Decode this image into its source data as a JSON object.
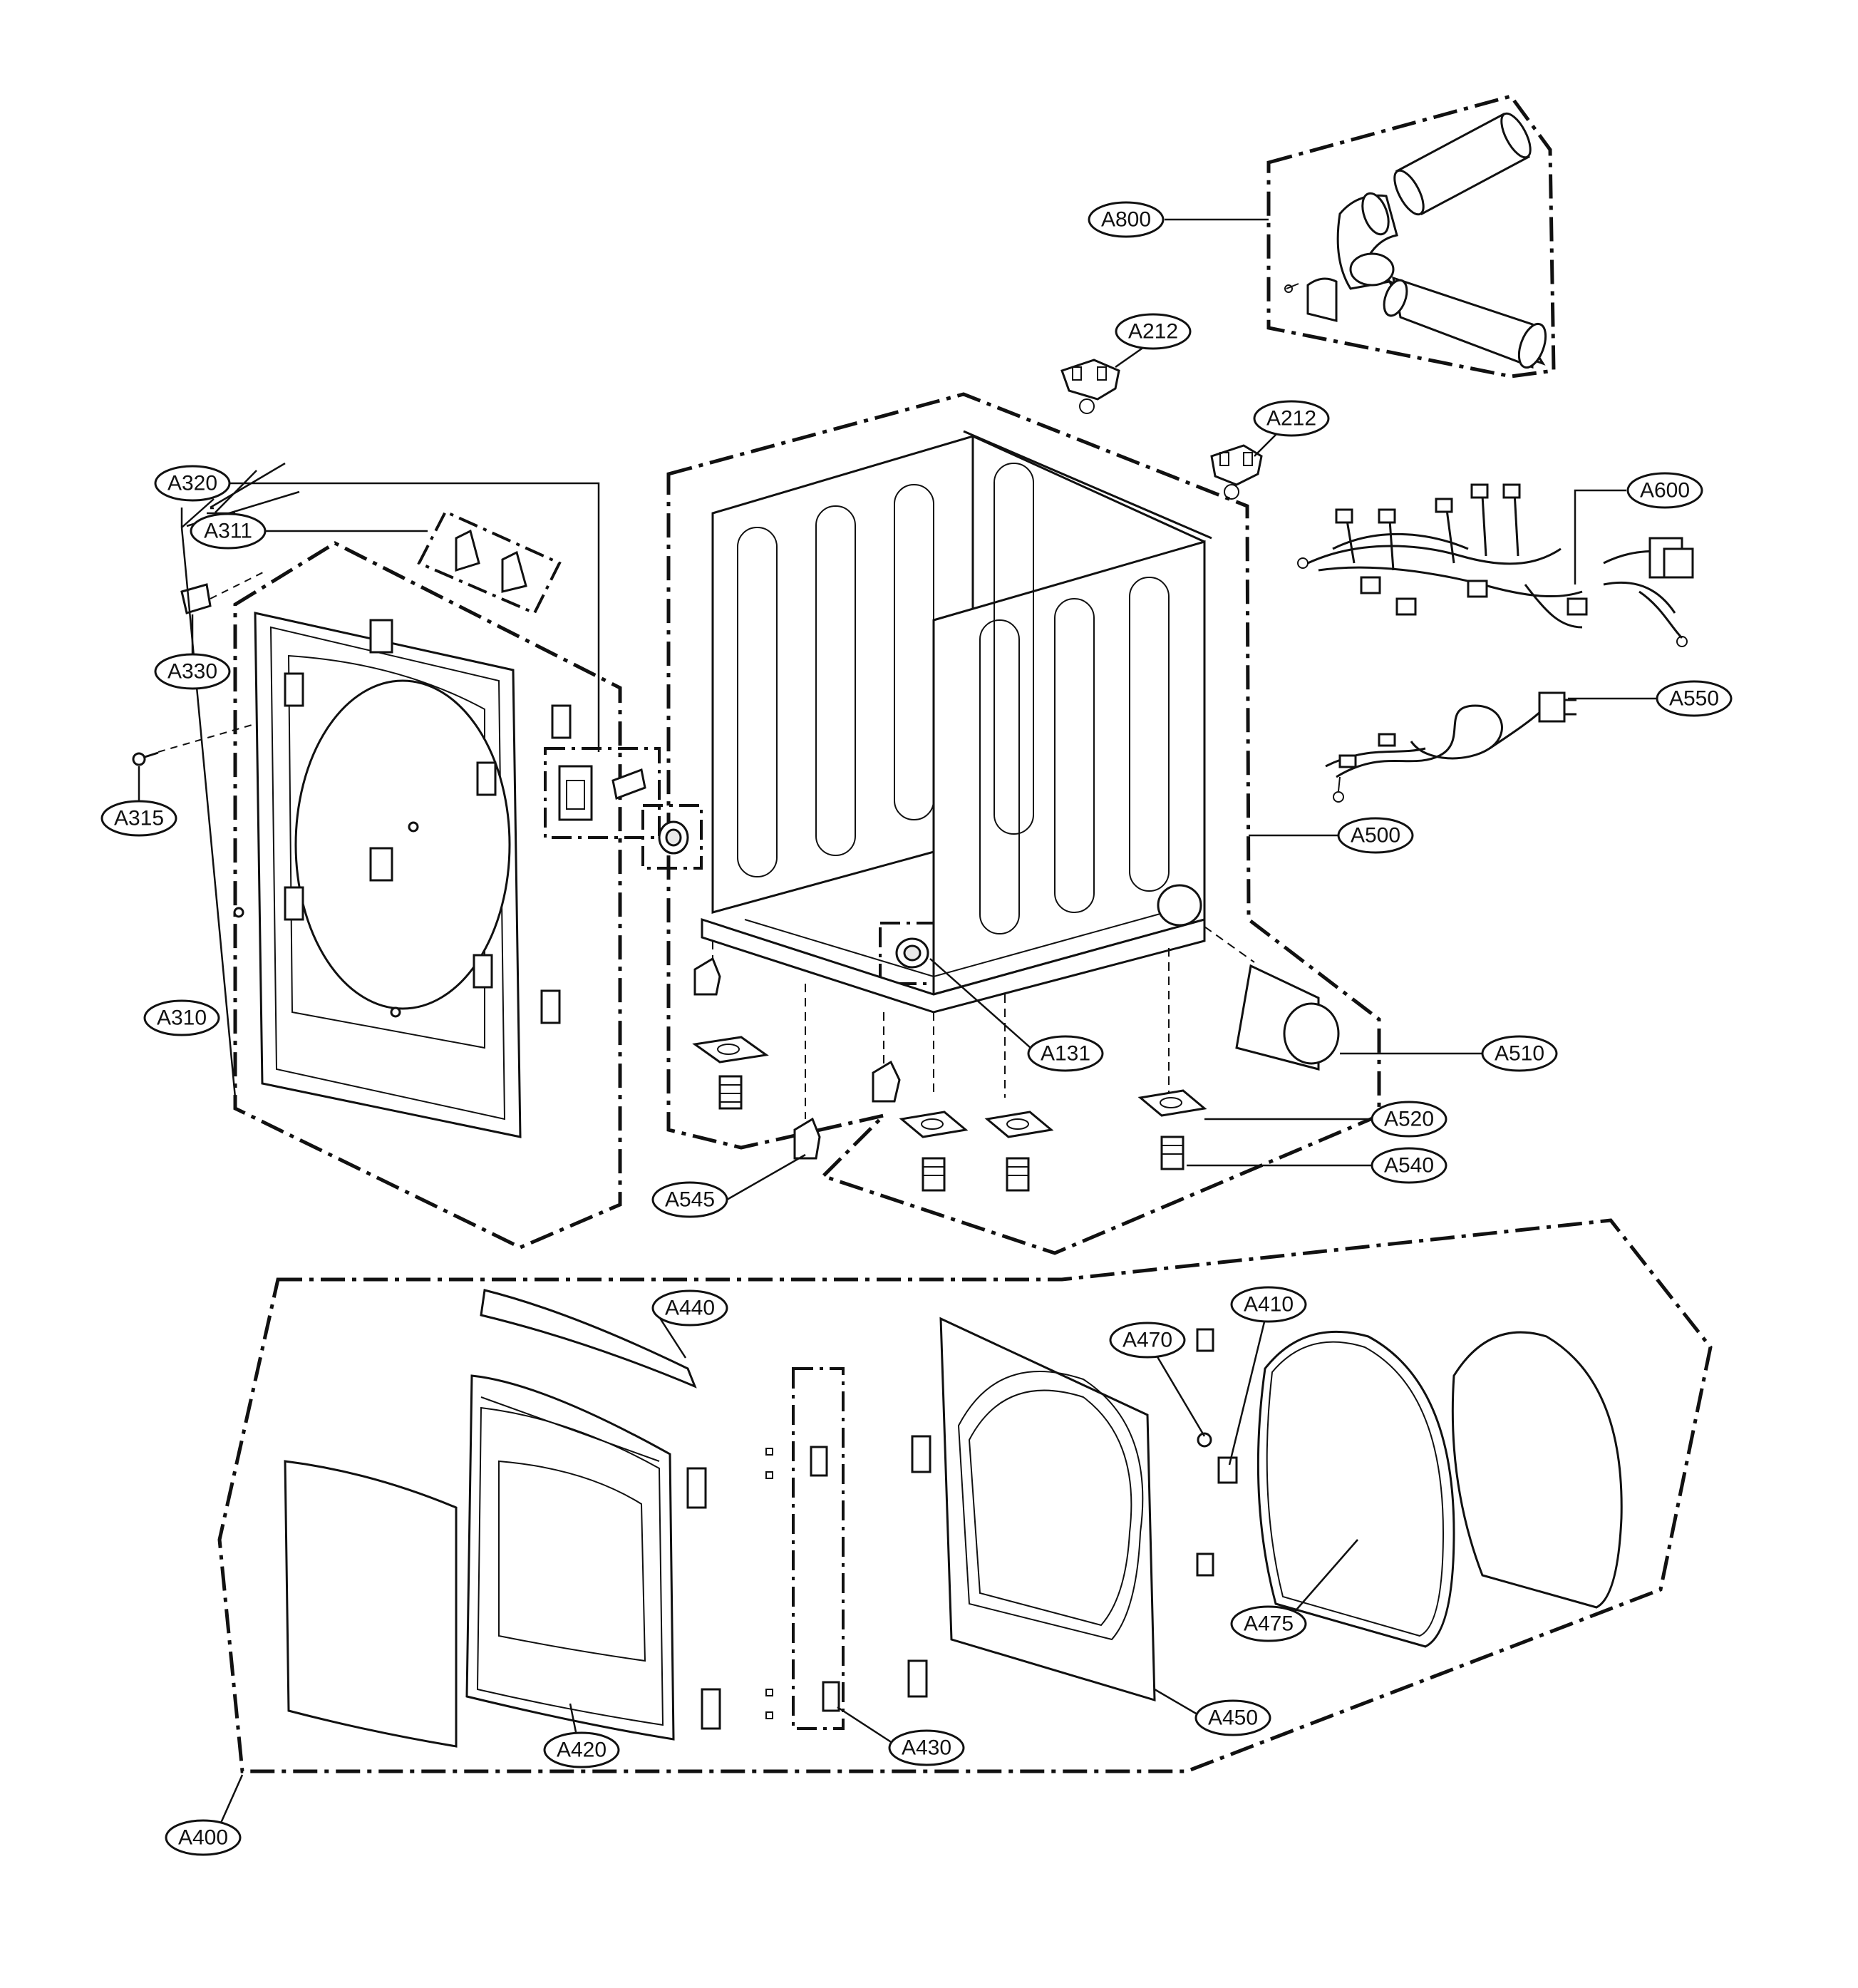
{
  "callouts": {
    "A800": "A800",
    "A212a": "A212",
    "A212b": "A212",
    "A600": "A600",
    "A550": "A550",
    "A500": "A500",
    "A320": "A320",
    "A311": "A311",
    "A330": "A330",
    "A315": "A315",
    "A310": "A310",
    "A131": "A131",
    "A510": "A510",
    "A520": "A520",
    "A540": "A540",
    "A545": "A545",
    "A440": "A440",
    "A470": "A470",
    "A410": "A410",
    "A420": "A420",
    "A430": "A430",
    "A450": "A450",
    "A475": "A475",
    "A400": "A400"
  }
}
